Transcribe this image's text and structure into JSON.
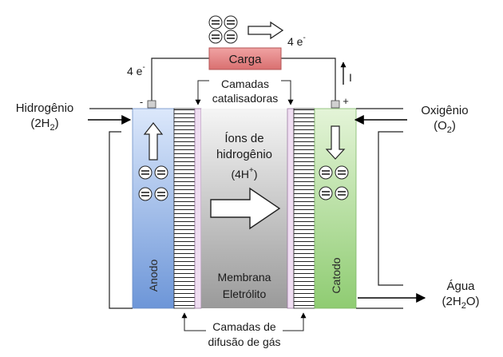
{
  "load": {
    "label": "Carga"
  },
  "electrons": {
    "left_count": "4 e",
    "right_count": "4 e",
    "superscript": "-"
  },
  "current": {
    "label": "I"
  },
  "polarity": {
    "negative": "-",
    "positive": "+"
  },
  "catalyst_layers": {
    "line1": "Camadas",
    "line2": "catalisadoras"
  },
  "diffusion_layers": {
    "line1": "Camadas de",
    "line2": "difusão de gás"
  },
  "hydrogen_input": {
    "name": "Hidrogênio",
    "formula_pre": "(2H",
    "formula_sub": "2",
    "formula_post": ")"
  },
  "oxygen_input": {
    "name": "Oxigênio",
    "formula_pre": "(O",
    "formula_sub": "2",
    "formula_post": ")"
  },
  "water_output": {
    "name": "Água",
    "formula_pre": "(2H",
    "formula_sub": "2",
    "formula_post": "O)"
  },
  "ions": {
    "line1": "Íons de",
    "line2": "hidrogênio",
    "formula_pre": "(4H",
    "formula_sup": "+",
    "formula_post": ")"
  },
  "membrane": {
    "line1": "Membrana",
    "line2": "Eletrólito"
  },
  "anode": {
    "label": "Anodo"
  },
  "cathode": {
    "label": "Catodo"
  },
  "colors": {
    "anode_top": "#dce8fb",
    "anode_bottom": "#6d96d8",
    "cathode_top": "#e4f4d8",
    "cathode_bottom": "#8fcc72",
    "membrane_top": "#f5f5f5",
    "membrane_bottom": "#9a9a9a",
    "catalyst": "#f0def2",
    "load_fill": "#e38384",
    "load_stroke": "#b55556"
  }
}
